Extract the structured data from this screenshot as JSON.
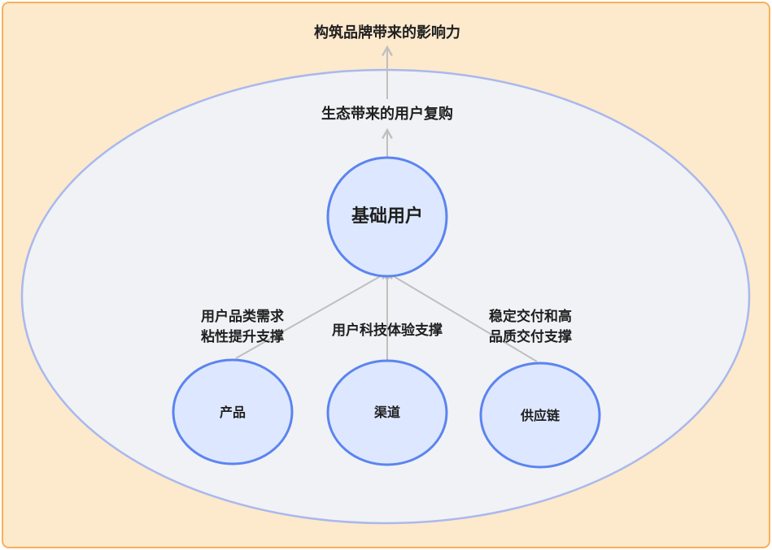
{
  "title": "构筑品牌带来的影响力",
  "repurchase_label": "生态带来的用户复购",
  "core_node": "基础用户",
  "edge_labels": {
    "product": [
      "用户品类需求",
      "粘性提升支撑"
    ],
    "channel": "用户科技体验支撑",
    "supply": [
      "稳定交付和高",
      "品质交付支撑"
    ]
  },
  "nodes": {
    "product": "产品",
    "channel": "渠道",
    "supply": "供应链"
  },
  "colors": {
    "frame_fill": "#fde9cc",
    "frame_stroke": "#f6b15c",
    "ellipse_fill": "#f1f2f5",
    "ellipse_stroke": "#a9b8ee",
    "node_fill": "#dde7ff",
    "node_stroke": "#5b84f0",
    "arrow": "#bfbfbf"
  }
}
